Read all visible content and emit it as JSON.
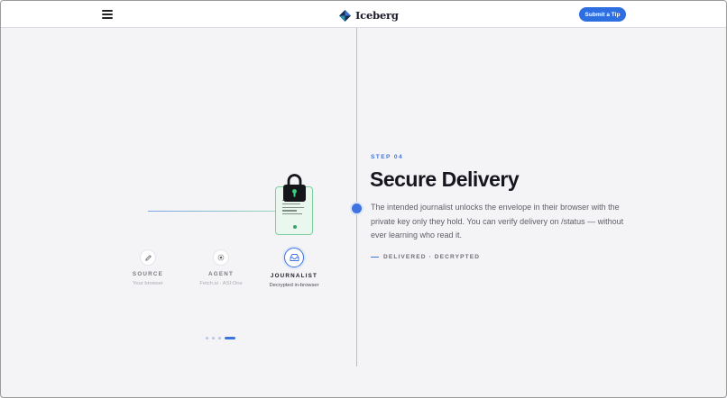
{
  "header": {
    "brand": "Iceberg",
    "tip_button": "Submit a Tip"
  },
  "flow": {
    "nodes": [
      {
        "title": "SOURCE",
        "subtitle": "Your browser"
      },
      {
        "title": "AGENT",
        "subtitle": "Fetch.ai · ASI:One"
      },
      {
        "title": "JOURNALIST",
        "subtitle": "Decrypted in-browser"
      }
    ],
    "active_node": 2,
    "carousel_total": 4,
    "carousel_active": 4
  },
  "step": {
    "label": "STEP 04",
    "title": "Secure Delivery",
    "description": "The intended journalist unlocks the envelope in their browser with the private key only they hold. You can verify delivery on /status — without ever learning who read it.",
    "status": "DELIVERED · DECRYPTED"
  },
  "colors": {
    "accent": "#3f73e0",
    "green": "#7ccf9f",
    "button": "#2d6ee0"
  }
}
